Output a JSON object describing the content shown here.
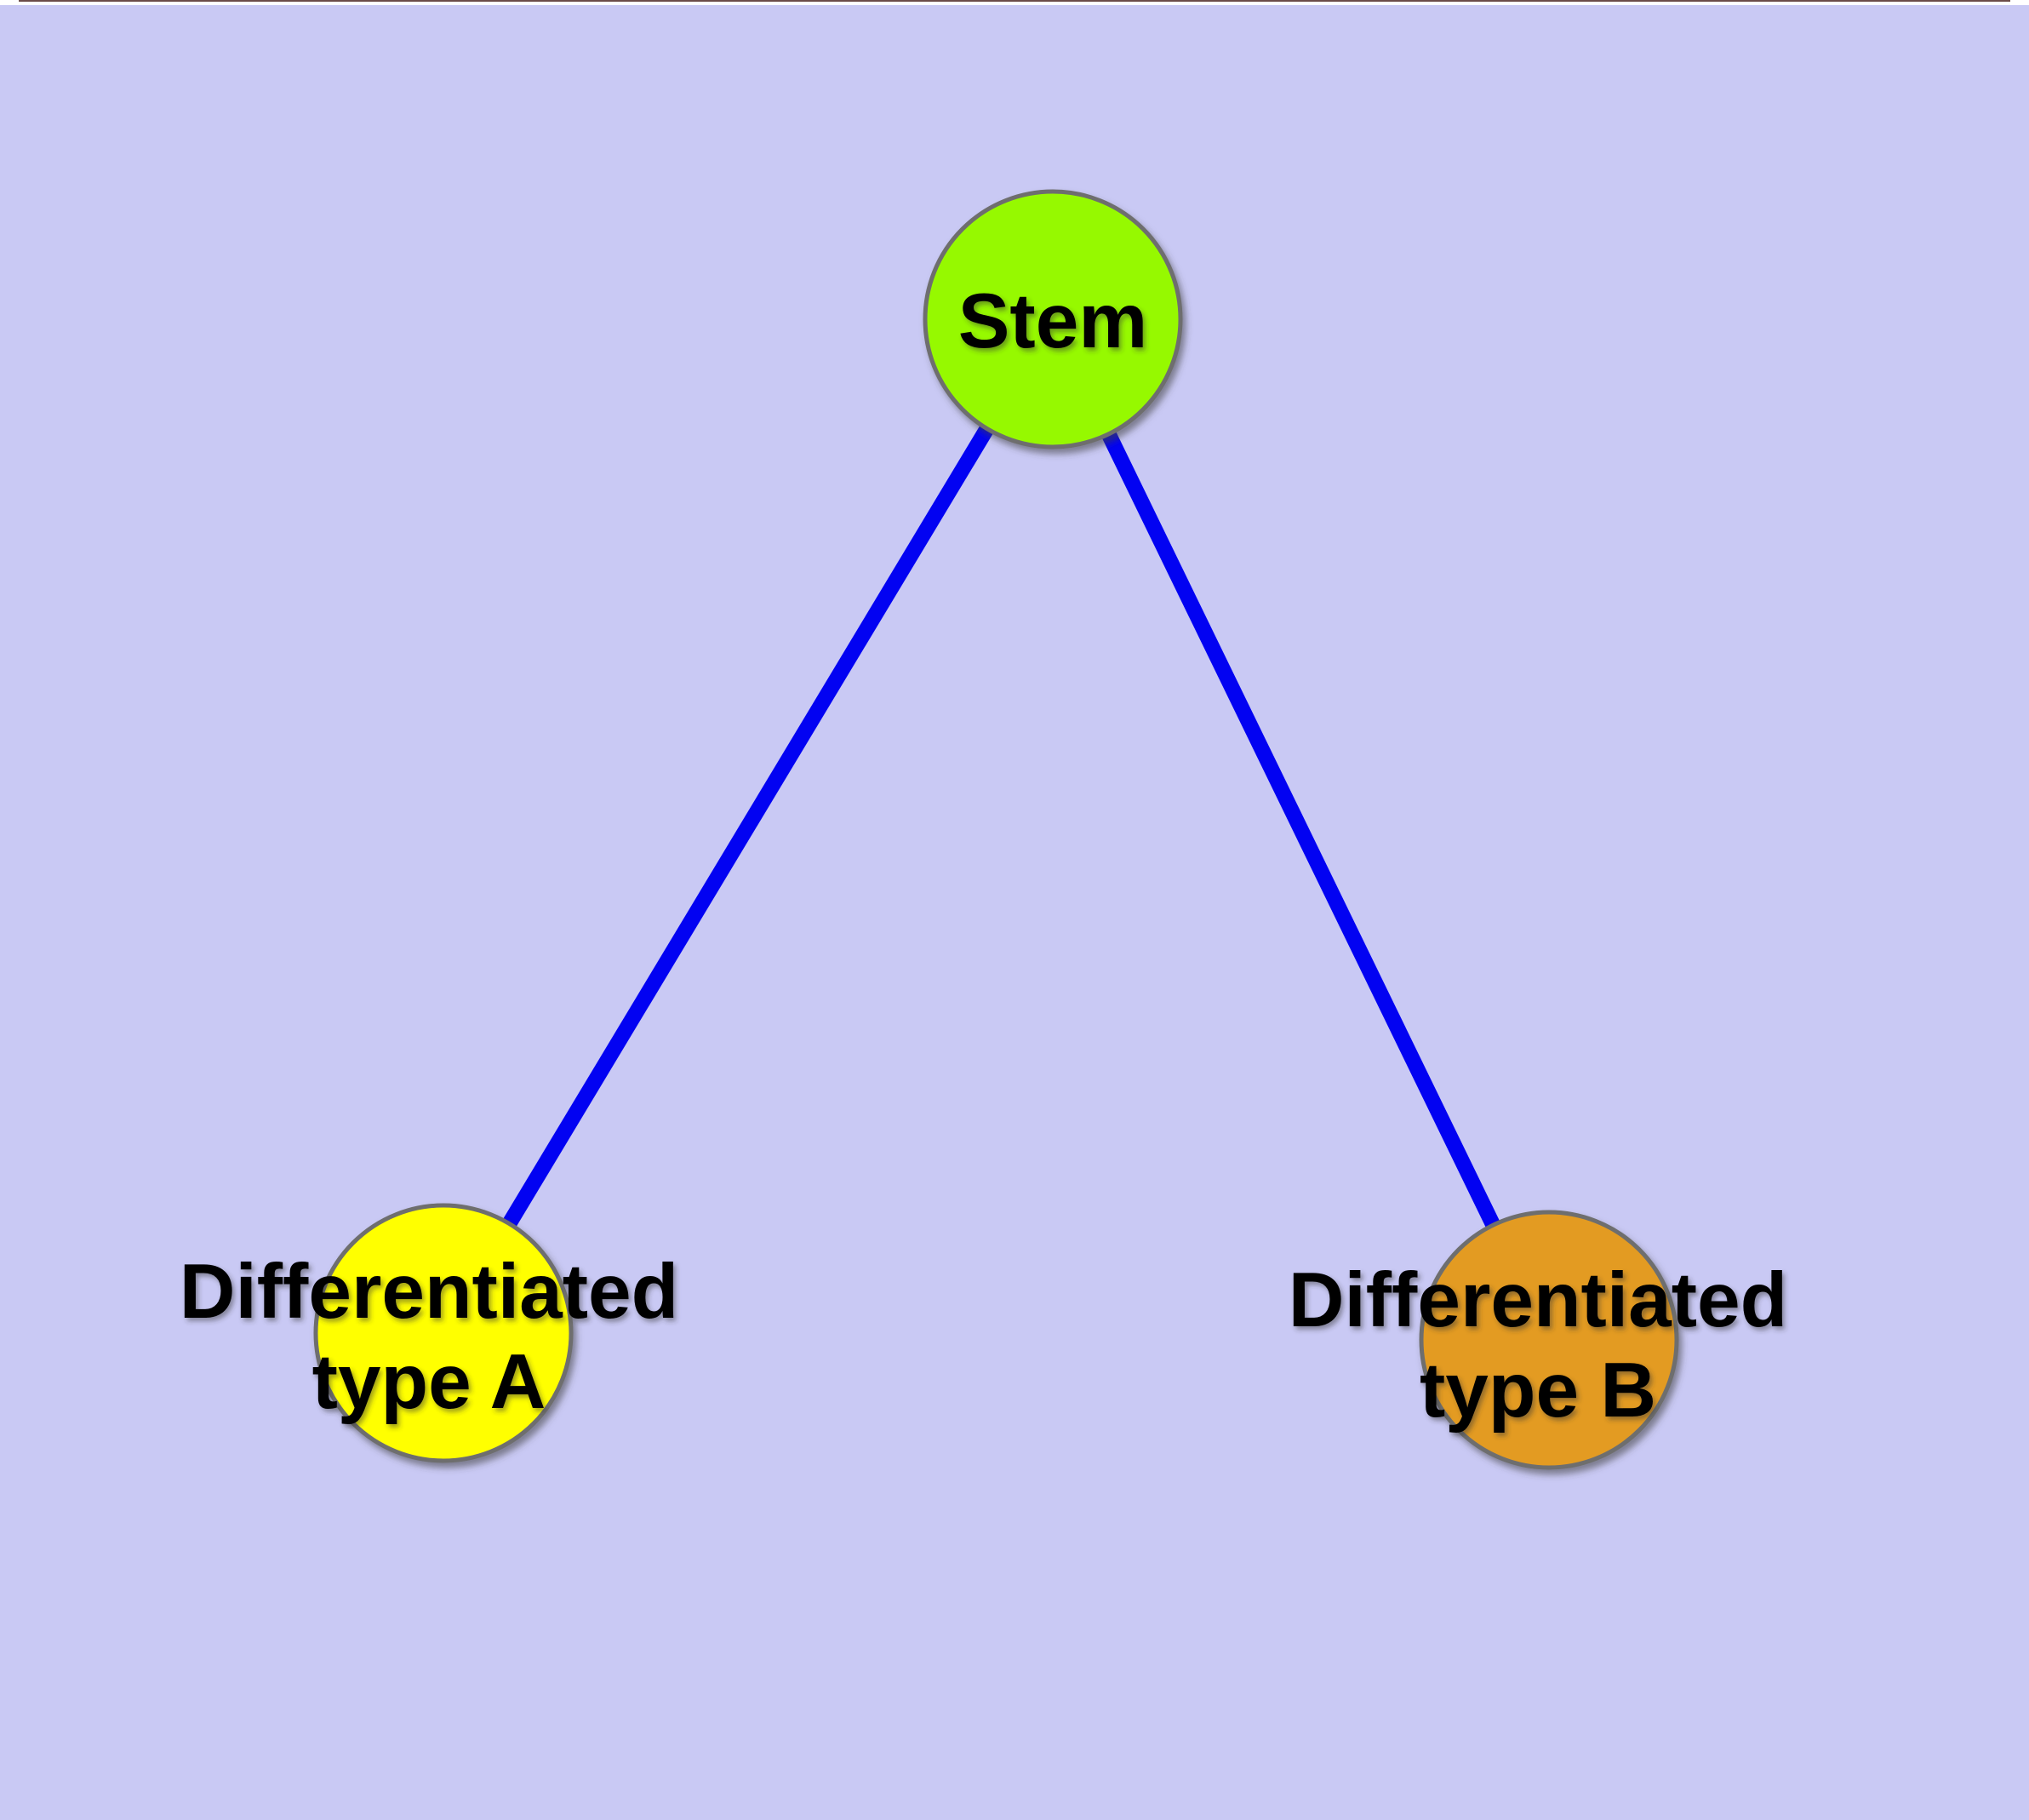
{
  "diagram": {
    "background_color": "#C9C9F4",
    "top_edge": {
      "highlight_color": "#FFFFFF",
      "line_color": "#6B4C49"
    },
    "edge_color": "#0202F2",
    "node_border_color": "#6E6E6E",
    "text_color": "#000000",
    "nodes": {
      "stem": {
        "label": "Stem",
        "fill": "#96F900"
      },
      "type_a": {
        "label_line1": "Differentiated",
        "label_line2": "type A",
        "fill": "#FFFF00"
      },
      "type_b": {
        "label_line1": "Differentiated",
        "label_line2": "type B",
        "fill": "#E39B22"
      }
    },
    "edges": [
      {
        "from": "Stem",
        "to": "Differentiated type A"
      },
      {
        "from": "Stem",
        "to": "Differentiated type B"
      }
    ]
  }
}
